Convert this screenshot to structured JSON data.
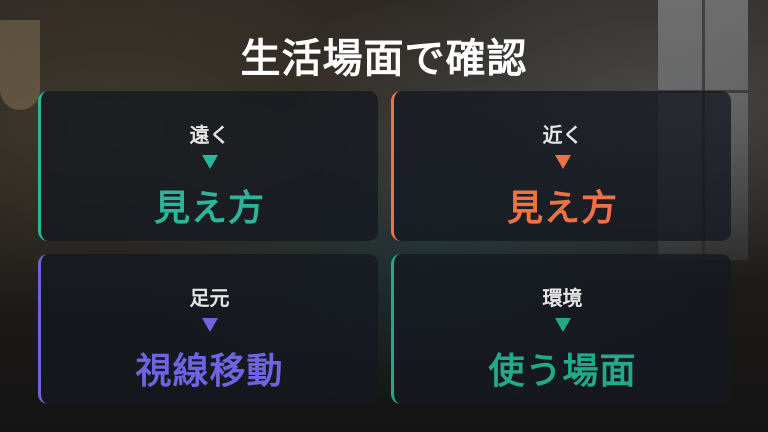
{
  "title": "生活場面で確認",
  "cards": [
    {
      "label": "遠く",
      "value": "見え方",
      "color": "#2bb59b"
    },
    {
      "label": "近く",
      "value": "見え方",
      "color": "#ef7247"
    },
    {
      "label": "足元",
      "value": "視線移動",
      "color": "#7063e0"
    },
    {
      "label": "環境",
      "value": "使う場面",
      "color": "#23a988"
    }
  ],
  "icons": {
    "arrow": "down-triangle-icon"
  }
}
